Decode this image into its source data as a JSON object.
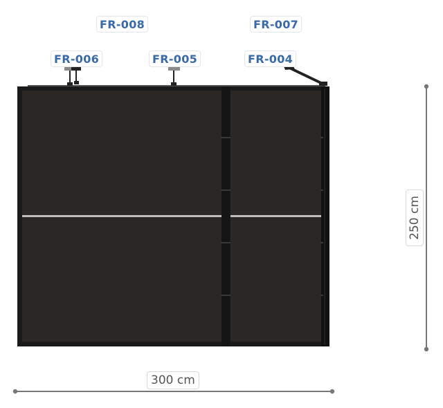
{
  "labels": {
    "fr_008": "FR-008",
    "fr_007": "FR-007",
    "fr_006": "FR-006",
    "fr_005": "FR-005",
    "fr_004": "FR-004"
  },
  "dimensions": {
    "width": "300 cm",
    "height": "250 cm"
  },
  "colors": {
    "panel": "#2b2724",
    "frame": "#1a1a1a",
    "rail": "#bdbdbd",
    "label_text": "#3a6aa8",
    "dimension_line": "#777777"
  }
}
